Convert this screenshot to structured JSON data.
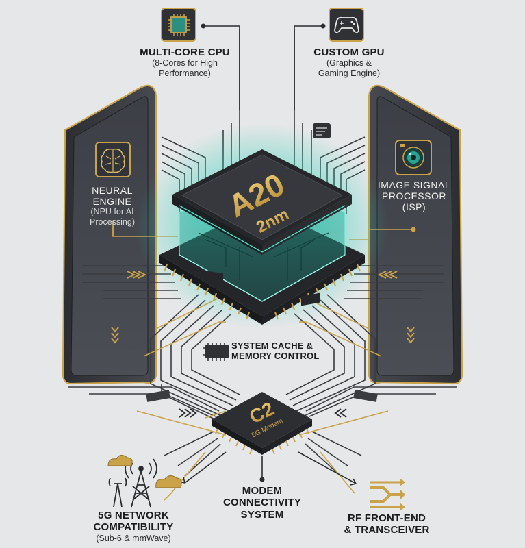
{
  "main_chip": {
    "name": "A20",
    "process": "2nm"
  },
  "modem_chip": {
    "name": "C2",
    "subtitle": "5G Modem"
  },
  "components": {
    "cpu": {
      "title": "MULTI-CORE CPU",
      "line1": "(8-Cores for High",
      "line2": "Performance)",
      "icon": "cpu-chip-icon"
    },
    "gpu": {
      "title": "CUSTOM GPU",
      "line1": "(Graphics &",
      "line2": "Gaming Engine)",
      "icon": "gamepad-icon"
    },
    "neural": {
      "title": "NEURAL ENGINE",
      "line1": "(NPU for AI",
      "line2": "Processing)",
      "icon": "brain-icon"
    },
    "isp": {
      "line1": "IMAGE SIGNAL",
      "line2": "PROCESSOR",
      "line3": "(ISP)",
      "icon": "camera-lens-icon"
    },
    "cache": {
      "line1": "SYSTEM CACHE &",
      "line2": "MEMORY CONTROL",
      "icon": "memory-chip-icon"
    },
    "network": {
      "line1": "5G NETWORK",
      "line2": "COMPATIBILITY",
      "line3": "(Sub-6 & mmWave)",
      "icon": "cell-tower-icon"
    },
    "modem_system": {
      "line1": "MODEM",
      "line2": "CONNECTIVITY",
      "line3": "SYSTEM"
    },
    "rf": {
      "line1": "RF FRONT-END",
      "line2": "& TRANSCEIVER",
      "icon": "rf-arrows-icon"
    }
  },
  "colors": {
    "background": "#e6e7e8",
    "phone_body": "#3b3e44",
    "chip_top": "#2f3135",
    "gold": "#c9a24a",
    "teal_glow": "#3ee0c8",
    "trace": "#3a3c40"
  }
}
